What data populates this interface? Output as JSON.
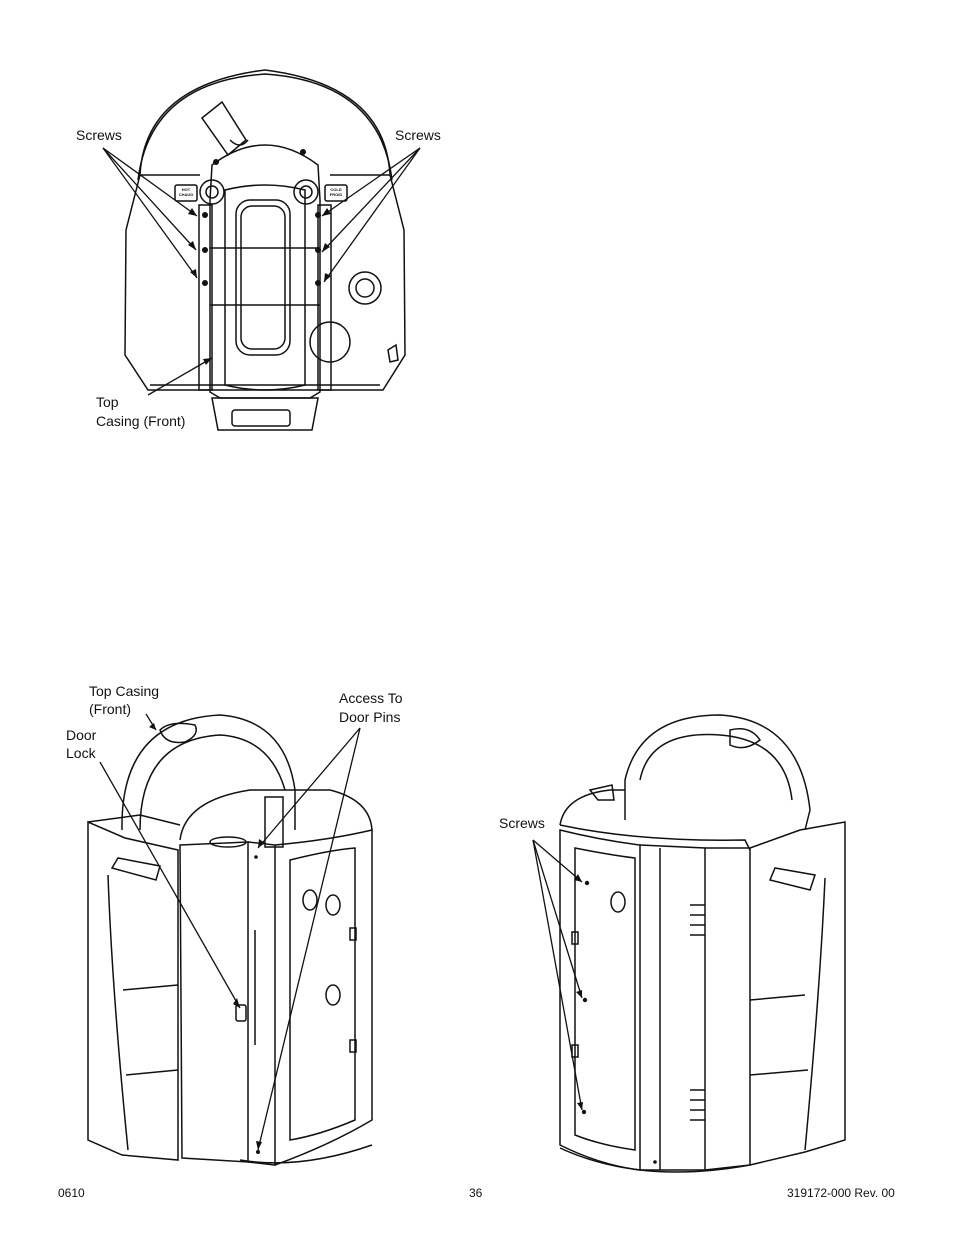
{
  "figure_top": {
    "label_screws_left": "Screws",
    "label_screws_right": "Screws",
    "label_top_casing_line1": "Top",
    "label_top_casing_line2": "Casing (Front)",
    "badge_hot": "HOT CHAUD",
    "badge_cold": "COLD FROID"
  },
  "figure_bottom_left": {
    "label_top_casing_line1": "Top Casing",
    "label_top_casing_line2": "(Front)",
    "label_door_lock_line1": "Door",
    "label_door_lock_line2": "Lock",
    "label_access_line1": "Access To",
    "label_access_line2": "Door Pins"
  },
  "figure_bottom_right": {
    "label_screws": "Screws"
  },
  "footer": {
    "left": "0610",
    "center": "36",
    "right": "319172-000 Rev. 00"
  }
}
